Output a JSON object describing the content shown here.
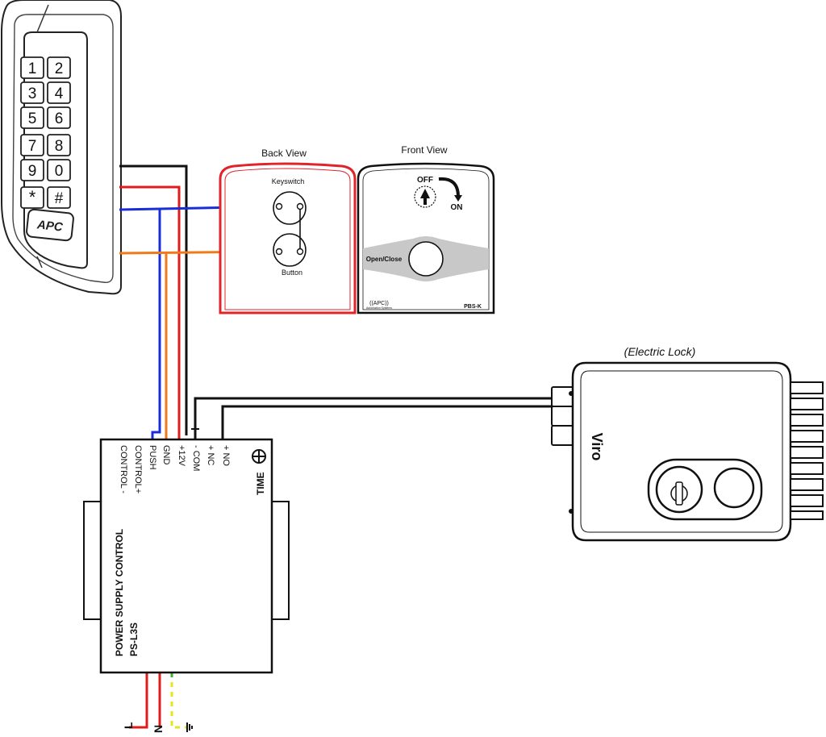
{
  "keypad": {
    "keys": [
      "1",
      "2",
      "3",
      "4",
      "5",
      "6",
      "7",
      "8",
      "9",
      "0",
      "*",
      "#"
    ],
    "logo": "APC"
  },
  "back_view": {
    "title": "Back View",
    "keyswitch_label": "Keyswitch",
    "button_label": "Button"
  },
  "front_view": {
    "title": "Front View",
    "off_label": "OFF",
    "on_label": "ON",
    "open_close_label": "Open/Close",
    "brand": "((APC))",
    "brand_sub": "Automation Systems",
    "model": "PBS-K"
  },
  "electric_lock": {
    "title": "(Electric Lock)",
    "brand": "Viro"
  },
  "power_supply": {
    "title": "POWER SUPPLY CONTROL",
    "model": "PS-L3S",
    "terminals": [
      "CONTROL -",
      "CONTROL+",
      "PUSH",
      "GND",
      "+12V",
      "- COM",
      "+ NC",
      "+ NO"
    ],
    "time_label": "TIME"
  },
  "mains": {
    "labels": [
      "L",
      "N"
    ]
  },
  "colors": {
    "wire_black": "#111111",
    "wire_red": "#e01b1b",
    "wire_blue": "#1a2ed8",
    "wire_orange": "#f07a1a",
    "wire_earth_green": "#3cb43c",
    "wire_earth_yellow": "#e6e61e",
    "back_view_border": "#e0242a"
  }
}
